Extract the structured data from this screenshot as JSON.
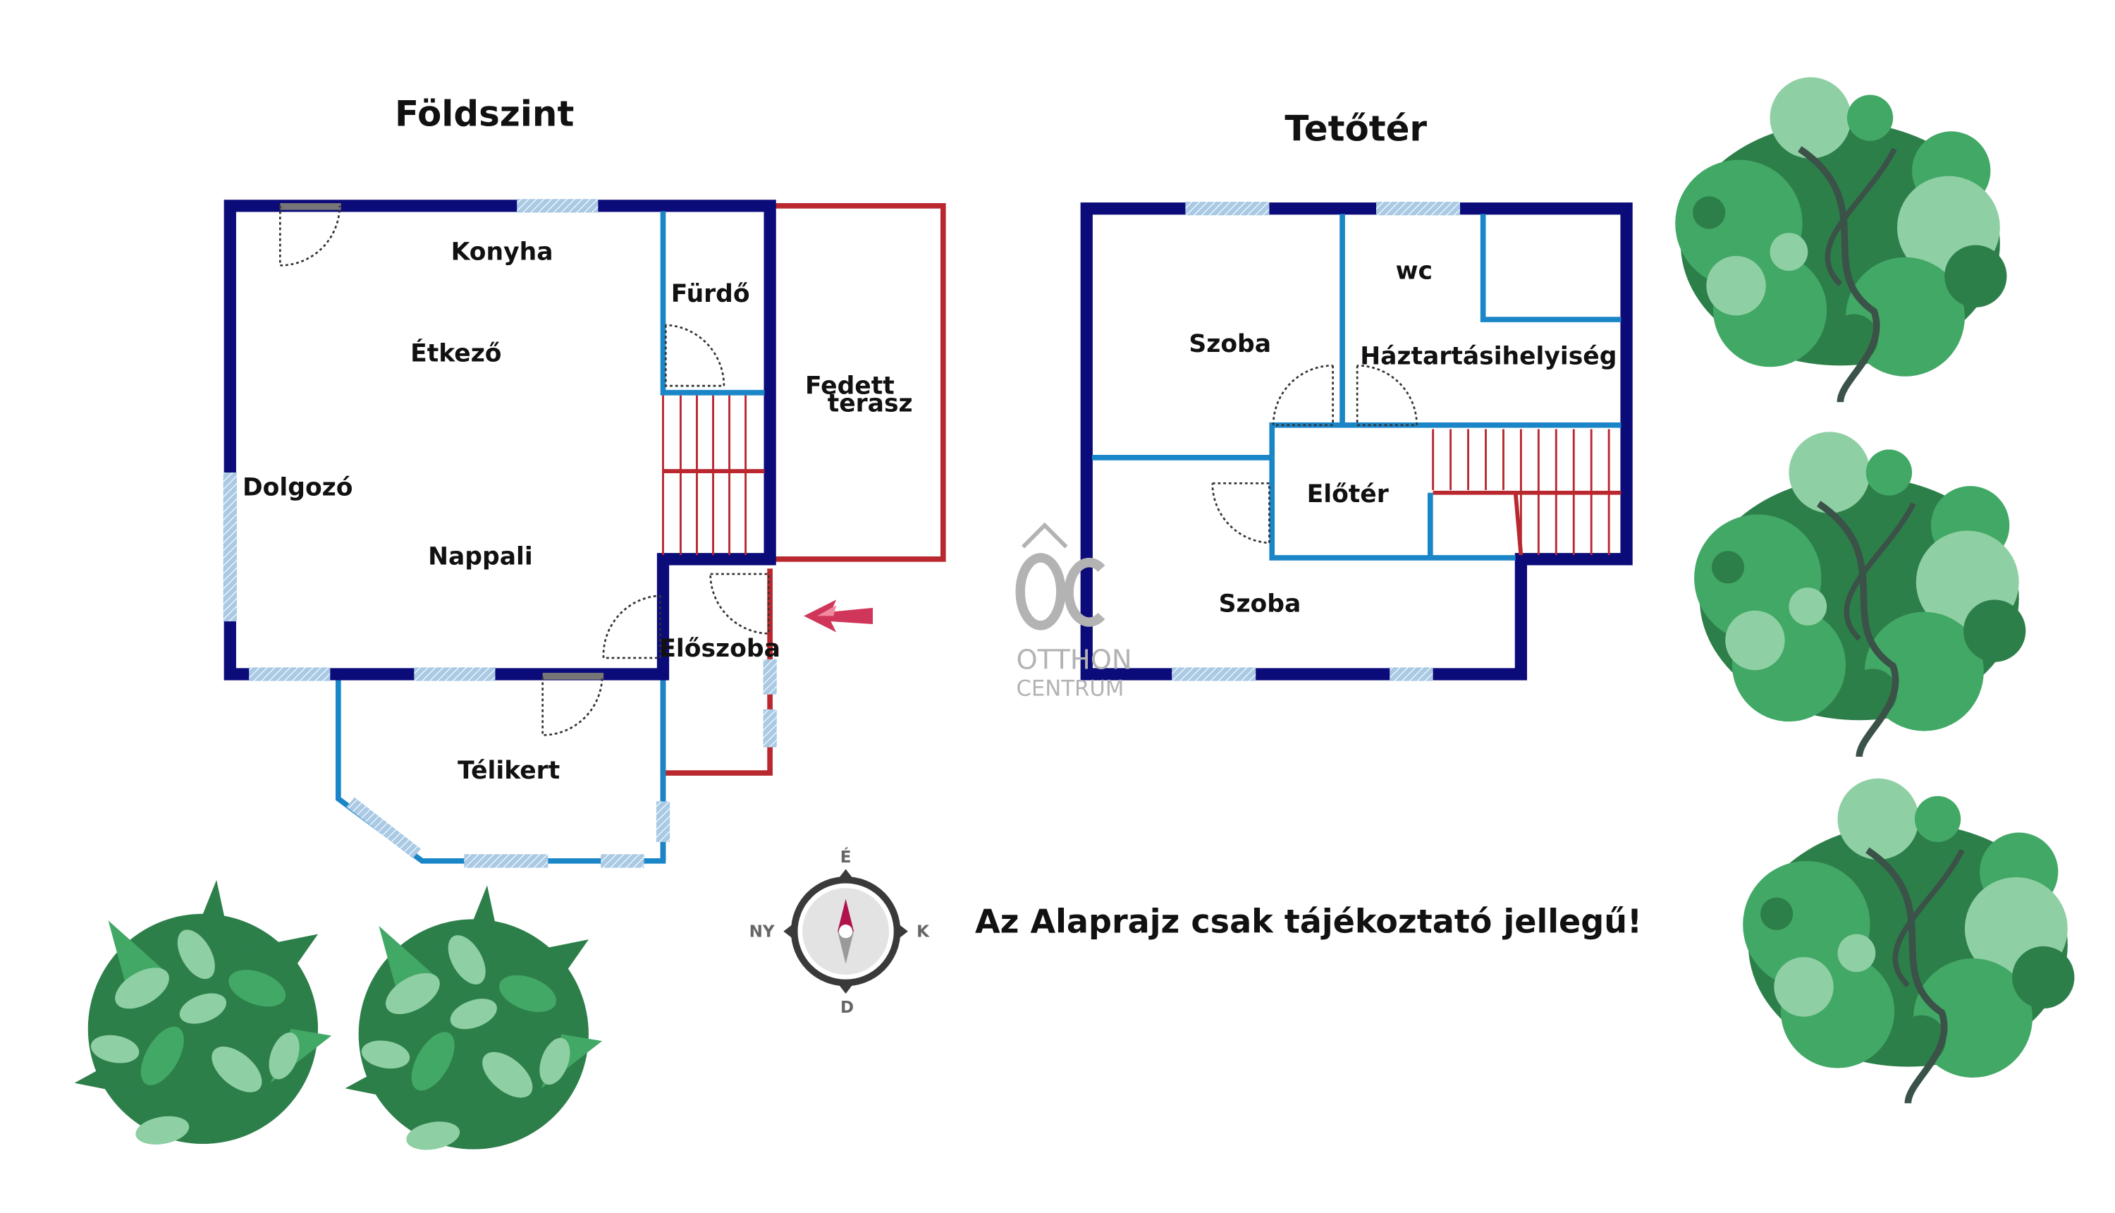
{
  "titles": {
    "ground": "Földszint",
    "attic": "Tetőtér"
  },
  "ground_rooms": {
    "konyha": "Konyha",
    "etkezo": "Étkező",
    "furdo": "Fürdő",
    "fedett_1": "Fedett",
    "fedett_2": "terasz",
    "dolgozo": "Dolgozó",
    "nappali": "Nappali",
    "eloszoba": "Előszoba",
    "telikert": "Télikert"
  },
  "attic_rooms": {
    "szoba_1": "Szoba",
    "wc": "wc",
    "haztartasi": "Háztartásihelyiség",
    "eloter": "Előtér",
    "szoba_2": "Szoba"
  },
  "compass": {
    "north": "É",
    "south": "D",
    "east": "K",
    "west": "NY"
  },
  "logo": {
    "line1": "OTTHON",
    "line2": "CENTRUM"
  },
  "disclaimer": "Az Alaprajz csak tájékoztató jellegű!",
  "colors": {
    "outer_wall": "#0b0b7a",
    "inner_wall": "#1a86c8",
    "terrace": "#b8282e",
    "window": "#a9c9e4",
    "tree_dark": "#2d7f4a",
    "tree_mid": "#42a866",
    "tree_light": "#8fcfa4",
    "arrow": "#d0365a"
  }
}
